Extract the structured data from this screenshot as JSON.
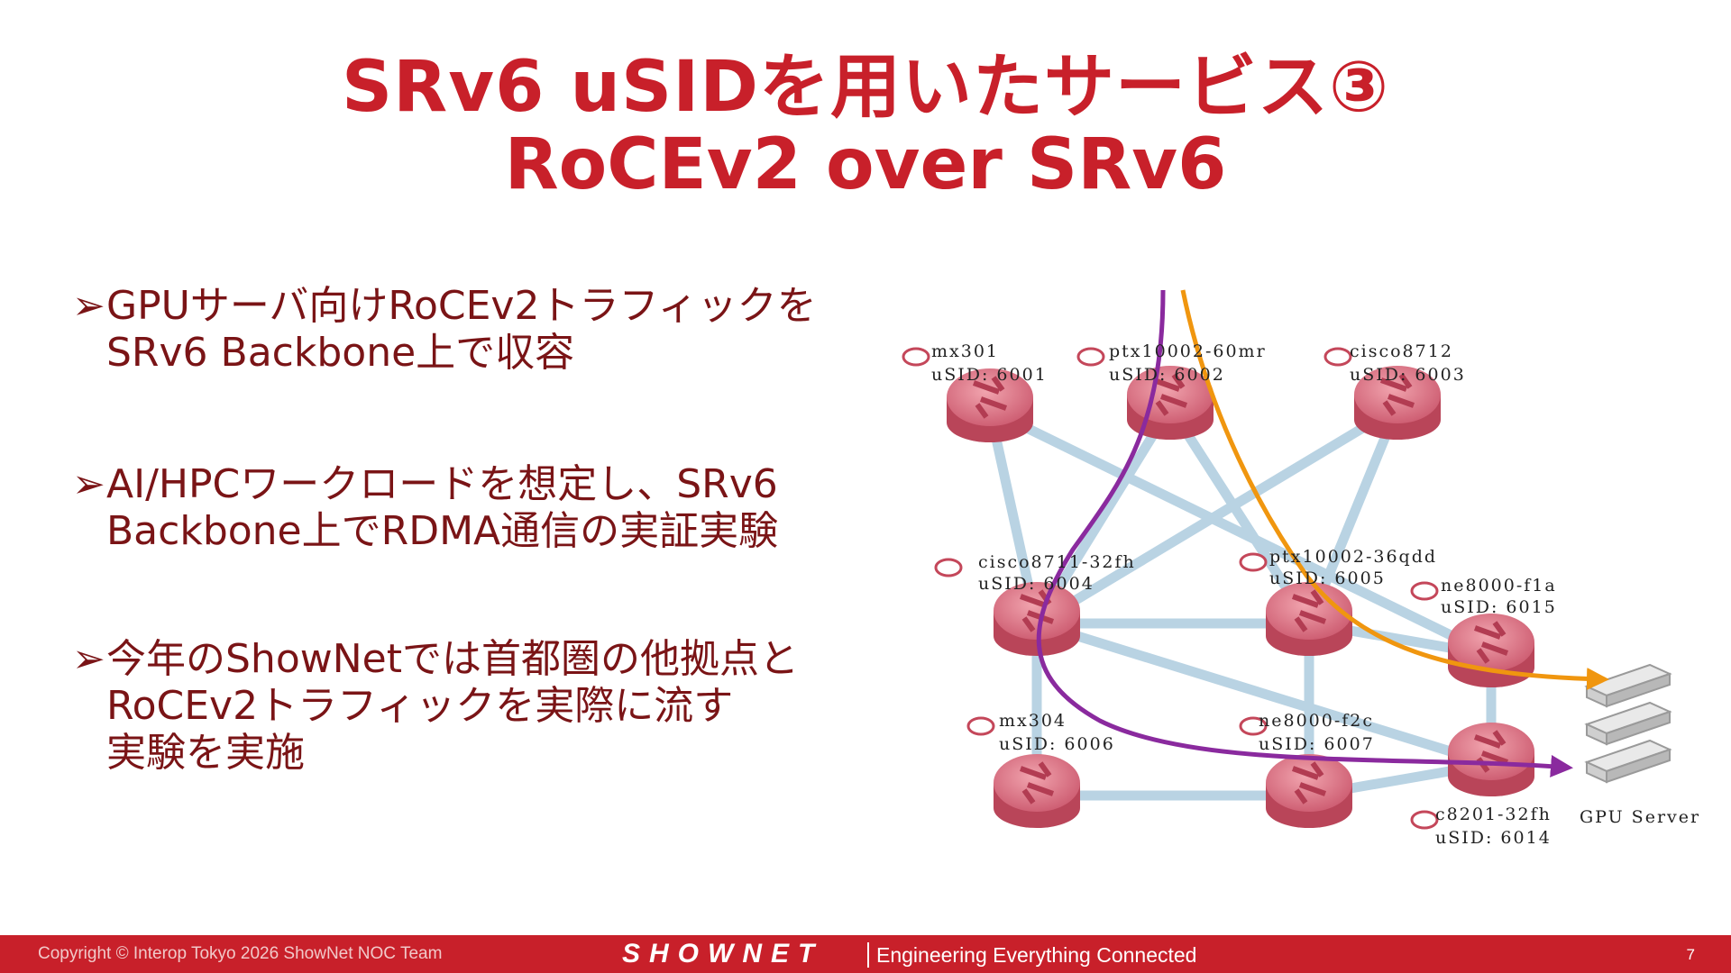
{
  "title": {
    "line1": "SRv6 uSIDを用いたサービス③",
    "line2": "RoCEv2 over SRv6"
  },
  "bullets": [
    {
      "marker": "➢",
      "text": "GPUサーバ向けRoCEv2トラフィックを\nSRv6 Backbone上で収容"
    },
    {
      "marker": "➢",
      "text": "AI/HPCワークロードを想定し、SRv6\nBackbone上でRDMA通信の実証実験"
    },
    {
      "marker": "➢",
      "text": "今年のShowNetでは首都圏の他拠点と\nRoCEv2トラフィックを実際に流す\n実験を実施"
    }
  ],
  "diagram": {
    "nodes": [
      {
        "id": "mx301",
        "name": "mx301",
        "usid": "uSID: 6001"
      },
      {
        "id": "ptx10002-60mr",
        "name": "ptx10002-60mr",
        "usid": "uSID: 6002"
      },
      {
        "id": "cisco8712",
        "name": "cisco8712",
        "usid": "uSID: 6003"
      },
      {
        "id": "cisco8711-32fh",
        "name": "cisco8711-32fh",
        "usid": "uSID: 6004"
      },
      {
        "id": "ptx10002-36qdd",
        "name": "ptx10002-36qdd",
        "usid": "uSID: 6005"
      },
      {
        "id": "ne8000-f1a",
        "name": "ne8000-f1a",
        "usid": "uSID: 6015"
      },
      {
        "id": "mx304",
        "name": "mx304",
        "usid": "uSID: 6006"
      },
      {
        "id": "ne8000-f2c",
        "name": "ne8000-f2c",
        "usid": "uSID: 6007"
      },
      {
        "id": "c8201-32fh",
        "name": "c8201-32fh",
        "usid": "uSID: 6014"
      }
    ],
    "links": [
      [
        "mx301",
        "cisco8711-32fh"
      ],
      [
        "mx301",
        "ne8000-f1a"
      ],
      [
        "ptx10002-60mr",
        "cisco8711-32fh"
      ],
      [
        "ptx10002-60mr",
        "ptx10002-36qdd"
      ],
      [
        "cisco8712",
        "cisco8711-32fh"
      ],
      [
        "cisco8712",
        "ptx10002-36qdd"
      ],
      [
        "cisco8711-32fh",
        "ptx10002-36qdd"
      ],
      [
        "cisco8711-32fh",
        "mx304"
      ],
      [
        "cisco8711-32fh",
        "c8201-32fh"
      ],
      [
        "ptx10002-36qdd",
        "ne8000-f1a"
      ],
      [
        "ptx10002-36qdd",
        "ne8000-f2c"
      ],
      [
        "ne8000-f1a",
        "c8201-32fh"
      ],
      [
        "mx304",
        "ne8000-f2c"
      ],
      [
        "ne8000-f2c",
        "c8201-32fh"
      ]
    ],
    "gpu_label": "GPU Server",
    "colors": {
      "purple_path": "#8a2a9e",
      "orange_path": "#f0960f",
      "link": "#b9d3e3",
      "router": "#d9707f"
    }
  },
  "footer": {
    "copyright": "Copyright © Interop Tokyo 2026 ShowNet NOC Team",
    "brand": "SHOWNET",
    "tagline": "Engineering Everything Connected",
    "page": "7"
  }
}
